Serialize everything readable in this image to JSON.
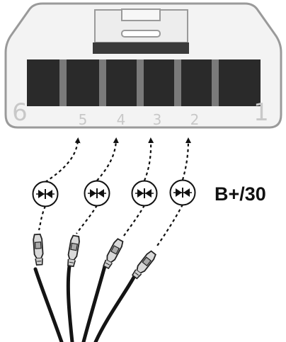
{
  "connector": {
    "pins": {
      "p1": "1",
      "p2": "2",
      "p3": "3",
      "p4": "4",
      "p5": "5",
      "p6": "6"
    }
  },
  "supply_label": "B+/30",
  "icons": {
    "diode": "bidirectional-diode-icon",
    "terminal": "crimp-terminal-icon",
    "arrow": "dashed-arrow-icon"
  },
  "colors": {
    "housing_fill": "#f3f3f3",
    "housing_stroke": "#9a9a9a",
    "cavity": "#2a2a2a",
    "separator": "#7a7a7a",
    "wire": "#141414",
    "label_gray": "#c8c8c8"
  }
}
